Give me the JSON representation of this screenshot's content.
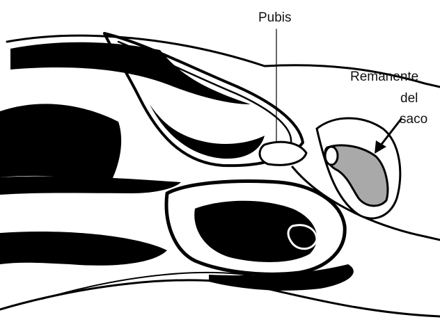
{
  "labels": {
    "pubis": "Pubis",
    "remnant_line1": "Remanente",
    "remnant_line2": "del",
    "remnant_line3": "saco"
  },
  "colors": {
    "ink": "#000000",
    "sac_fill": "#a9a9a9",
    "background": "#ffffff"
  }
}
